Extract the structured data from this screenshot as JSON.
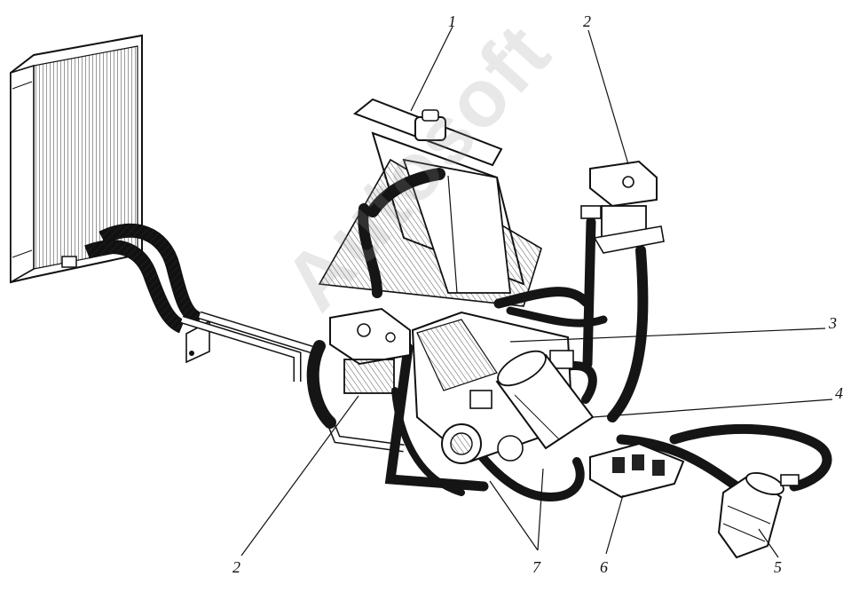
{
  "callouts": [
    {
      "id": "1",
      "label": "1"
    },
    {
      "id": "2-top",
      "label": "2"
    },
    {
      "id": "3",
      "label": "3"
    },
    {
      "id": "4",
      "label": "4"
    },
    {
      "id": "2-bottom",
      "label": "2"
    },
    {
      "id": "7",
      "label": "7"
    },
    {
      "id": "6",
      "label": "6"
    },
    {
      "id": "5",
      "label": "5"
    }
  ],
  "watermark": "Autosoft",
  "colors": {
    "ink": "#111111",
    "hose": "#151515",
    "fill": "#ffffff"
  }
}
